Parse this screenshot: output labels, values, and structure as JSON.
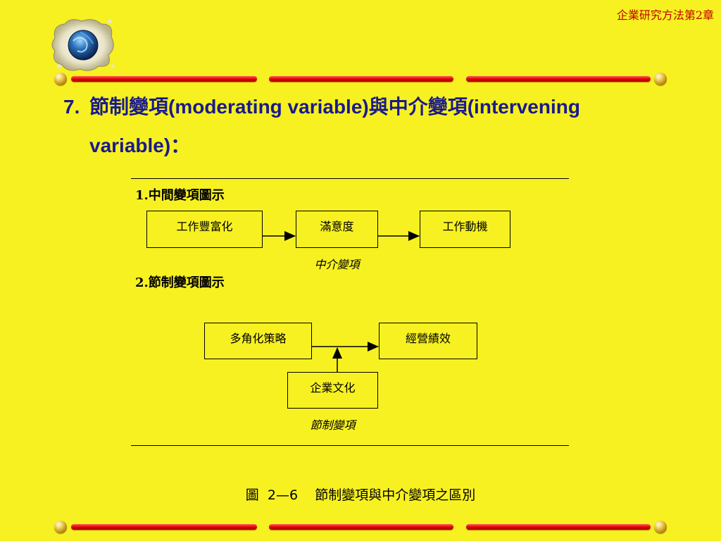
{
  "header": {
    "label": "企業研究方法第2章"
  },
  "icons": {
    "logo": "globe-logo-icon",
    "bar_end": "gold-ball-icon"
  },
  "colors": {
    "background": "#f7f121",
    "title": "#1a1a8c",
    "header": "#c00000",
    "bar": "#e00000"
  },
  "slide": {
    "number": "7.",
    "title": "節制變項(moderating variable)與中介變項(intervening variable)："
  },
  "figure": {
    "section1": {
      "label": "1.中間變項圖示",
      "boxes": [
        "工作豐富化",
        "滿意度",
        "工作動機"
      ],
      "note": "中介變項"
    },
    "section2": {
      "label": "2.節制變項圖示",
      "left_box": "多角化策略",
      "right_box": "經營績效",
      "bottom_box": "企業文化",
      "note": "節制變項"
    },
    "caption": "圖  2—6    節制變項與中介變項之區別"
  }
}
